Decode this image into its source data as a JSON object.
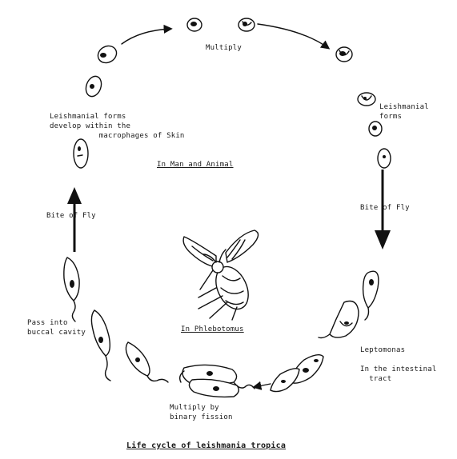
{
  "diagram": {
    "multiply_top": "Multiply",
    "leishmanial_forms_right": "Leishmanial\nforms",
    "leishmanial_develop": "Leishmanial forms\ndevelop within the\n           macrophages of Skin",
    "in_man_and_animal": "In Man and Animal",
    "bite_of_fly_left": "Bite of Fly",
    "bite_of_fly_right": "Bite of Fly",
    "pass_into_buccal": "Pass into\nbuccal cavity",
    "in_phlebotomus": "In Phlebotomus",
    "leptomonas": "Leptomonas\n\nIn the intestinal\n  tract",
    "multiply_binary": "Multiply by\nbinary fission",
    "caption": "Life cycle of leishmania tropica"
  }
}
